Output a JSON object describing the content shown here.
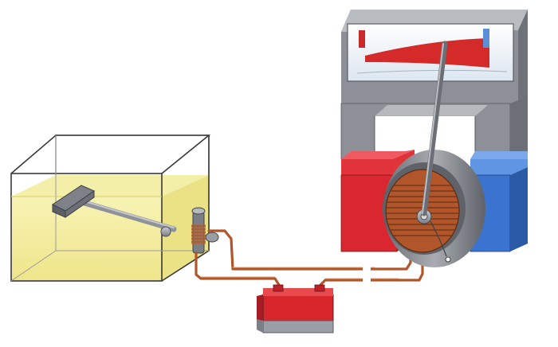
{
  "diagram": {
    "subject": "fuel-gauge",
    "components": [
      "fuel-tank",
      "float-lever",
      "sender-coil",
      "battery",
      "gauge-meter"
    ],
    "colors": {
      "fuel": "#f3ee9b",
      "tank_edge": "#3a3a3a",
      "magnet_red": "#d9262f",
      "magnet_blue": "#3b74d0",
      "frame_gray": "#8d9197",
      "copper": "#b0562a",
      "battery_red": "#d8262d",
      "battery_gray": "#9a9fa6",
      "dial_red": "#d42a2a"
    }
  }
}
